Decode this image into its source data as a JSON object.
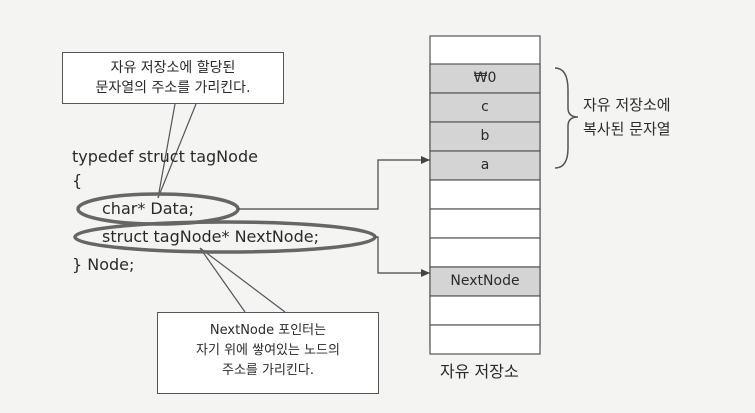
{
  "callouts": {
    "top": {
      "line1": "자유 저장소에 할당된",
      "line2": "문자열의 주소를 가리킨다."
    },
    "bottom": {
      "line1": "NextNode 포인터는",
      "line2": "자기 위에 쌓여있는 노드의",
      "line3": "주소를 가리킨다."
    }
  },
  "code": {
    "line1": "typedef struct tagNode",
    "line2": "{",
    "line3": "char* Data;",
    "line4": "struct tagNode* NextNode;",
    "line5": "} Node;"
  },
  "memory": {
    "cells": [
      "₩0",
      "c",
      "b",
      "a",
      "",
      "",
      "",
      "NextNode",
      "",
      ""
    ],
    "label": "자유 저장소",
    "brace_label_line1": "자유 저장소에",
    "brace_label_line2": "복사된 문자열"
  },
  "colors": {
    "shaded_cell": "#d4d4d4",
    "empty_cell": "#ffffff",
    "line": "#555555"
  }
}
